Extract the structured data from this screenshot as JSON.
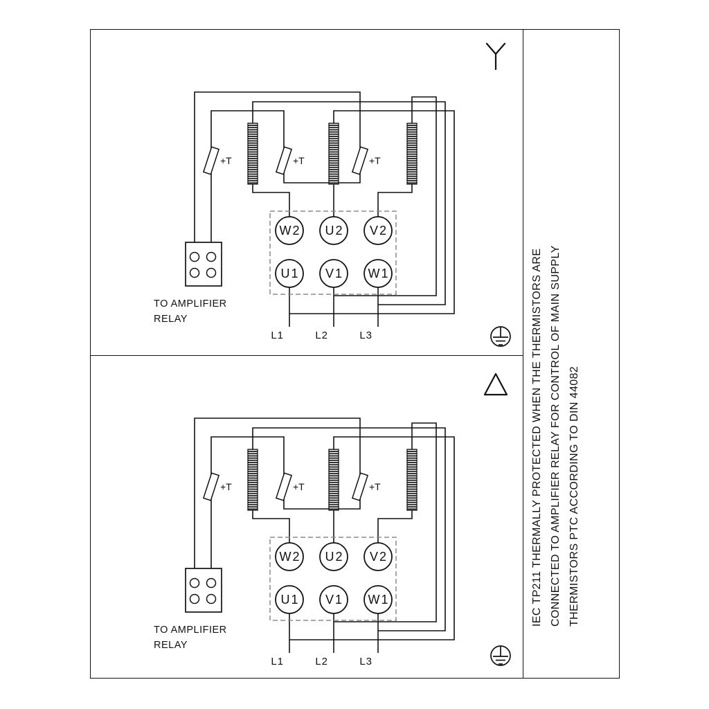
{
  "side_note": {
    "line1": "IEC TP211 THERMALLY PROTECTED WHEN THE THERMISTORS ARE",
    "line2": "CONNECTED TO AMPLIFIER RELAY FOR CONTROL OF MAIN SUPPLY",
    "line3": "THERMISTORS PTC ACCORDING TO DIN 44082"
  },
  "panels": [
    {
      "name": "star-connection",
      "connection_symbol": "star",
      "terminal_rows": {
        "top": [
          "W2",
          "U2",
          "V2"
        ],
        "bottom": [
          "U1",
          "V1",
          "W1"
        ]
      },
      "thermistor_label": "+T",
      "relay_caption": [
        "TO AMPLIFIER",
        "RELAY"
      ],
      "supply_lines": [
        "L1",
        "L2",
        "L3"
      ]
    },
    {
      "name": "delta-connection",
      "connection_symbol": "delta",
      "terminal_rows": {
        "top": [
          "W2",
          "U2",
          "V2"
        ],
        "bottom": [
          "U1",
          "V1",
          "W1"
        ]
      },
      "thermistor_label": "+T",
      "relay_caption": [
        "TO AMPLIFIER",
        "RELAY"
      ],
      "supply_lines": [
        "L1",
        "L2",
        "L3"
      ]
    }
  ],
  "colors": {
    "line": "#111111",
    "dashed_box": "#8a8a8a",
    "background": "#ffffff"
  }
}
